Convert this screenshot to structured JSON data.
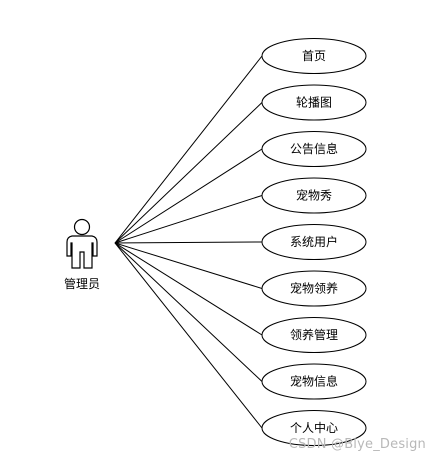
{
  "actor": {
    "label": "管理员",
    "icon": "person-icon"
  },
  "use_cases": [
    {
      "label": "首页"
    },
    {
      "label": "轮播图"
    },
    {
      "label": "公告信息"
    },
    {
      "label": "宠物秀"
    },
    {
      "label": "系统用户"
    },
    {
      "label": "宠物领养"
    },
    {
      "label": "领养管理"
    },
    {
      "label": "宠物信息"
    },
    {
      "label": "个人中心"
    }
  ],
  "watermark": "CSDN @Blye_Design"
}
